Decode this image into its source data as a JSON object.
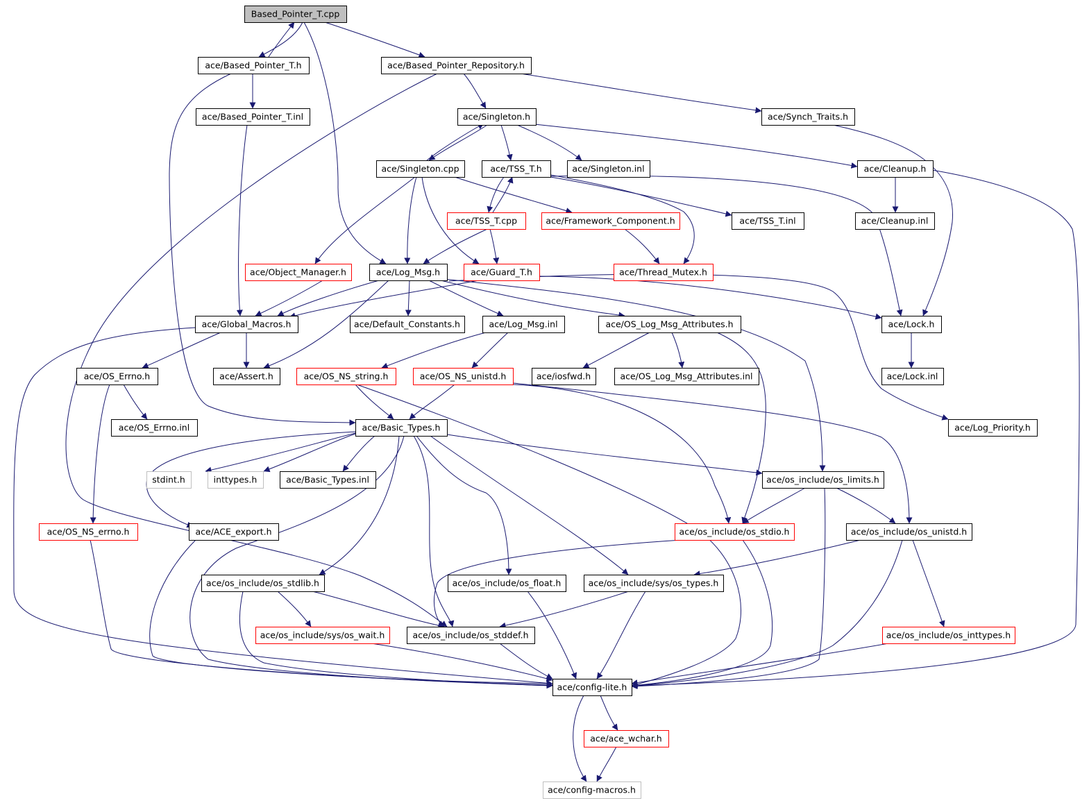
{
  "colors": {
    "edge": "#191970",
    "root_fill": "#bfbfbf",
    "normal_border": "#000000",
    "red_border": "#ff0000",
    "gray_border": "#bfbfbf",
    "text": "#000000"
  },
  "graph": {
    "nodes": [
      {
        "id": "root",
        "label": "Based_Pointer_T.cpp",
        "style": "root"
      },
      {
        "id": "bpth",
        "label": "ace/Based_Pointer_T.h",
        "style": "normal"
      },
      {
        "id": "bprh",
        "label": "ace/Based_Pointer_Repository.h",
        "style": "normal"
      },
      {
        "id": "bpti",
        "label": "ace/Based_Pointer_T.inl",
        "style": "normal"
      },
      {
        "id": "singh",
        "label": "ace/Singleton.h",
        "style": "normal"
      },
      {
        "id": "synch",
        "label": "ace/Synch_Traits.h",
        "style": "normal"
      },
      {
        "id": "singcpp",
        "label": "ace/Singleton.cpp",
        "style": "normal"
      },
      {
        "id": "tssh",
        "label": "ace/TSS_T.h",
        "style": "normal"
      },
      {
        "id": "singinl",
        "label": "ace/Singleton.inl",
        "style": "normal"
      },
      {
        "id": "cleanh",
        "label": "ace/Cleanup.h",
        "style": "normal"
      },
      {
        "id": "tsscpp",
        "label": "ace/TSS_T.cpp",
        "style": "red"
      },
      {
        "id": "fwc",
        "label": "ace/Framework_Component.h",
        "style": "red"
      },
      {
        "id": "tssinl",
        "label": "ace/TSS_T.inl",
        "style": "normal"
      },
      {
        "id": "cleaninl",
        "label": "ace/Cleanup.inl",
        "style": "normal"
      },
      {
        "id": "objmgr",
        "label": "ace/Object_Manager.h",
        "style": "red"
      },
      {
        "id": "logmsg",
        "label": "ace/Log_Msg.h",
        "style": "normal"
      },
      {
        "id": "guard",
        "label": "ace/Guard_T.h",
        "style": "red"
      },
      {
        "id": "thrmtx",
        "label": "ace/Thread_Mutex.h",
        "style": "red"
      },
      {
        "id": "glob",
        "label": "ace/Global_Macros.h",
        "style": "normal"
      },
      {
        "id": "defc",
        "label": "ace/Default_Constants.h",
        "style": "normal"
      },
      {
        "id": "logmsginl",
        "label": "ace/Log_Msg.inl",
        "style": "normal"
      },
      {
        "id": "oslma",
        "label": "ace/OS_Log_Msg_Attributes.h",
        "style": "normal"
      },
      {
        "id": "lockh",
        "label": "ace/Lock.h",
        "style": "normal"
      },
      {
        "id": "oserrno",
        "label": "ace/OS_Errno.h",
        "style": "normal"
      },
      {
        "id": "assert",
        "label": "ace/Assert.h",
        "style": "normal"
      },
      {
        "id": "nsstring",
        "label": "ace/OS_NS_string.h",
        "style": "red"
      },
      {
        "id": "nsunistd",
        "label": "ace/OS_NS_unistd.h",
        "style": "red"
      },
      {
        "id": "iosfwd",
        "label": "ace/iosfwd.h",
        "style": "normal"
      },
      {
        "id": "oslmainl",
        "label": "ace/OS_Log_Msg_Attributes.inl",
        "style": "normal"
      },
      {
        "id": "lockinl",
        "label": "ace/Lock.inl",
        "style": "normal"
      },
      {
        "id": "oserrnoinl",
        "label": "ace/OS_Errno.inl",
        "style": "normal"
      },
      {
        "id": "basict",
        "label": "ace/Basic_Types.h",
        "style": "normal"
      },
      {
        "id": "logprio",
        "label": "ace/Log_Priority.h",
        "style": "normal"
      },
      {
        "id": "stdint",
        "label": "stdint.h",
        "style": "gray"
      },
      {
        "id": "inttypes",
        "label": "inttypes.h",
        "style": "gray"
      },
      {
        "id": "basicinl",
        "label": "ace/Basic_Types.inl",
        "style": "normal"
      },
      {
        "id": "oslimits",
        "label": "ace/os_include/os_limits.h",
        "style": "normal"
      },
      {
        "id": "nserrno",
        "label": "ace/OS_NS_errno.h",
        "style": "red"
      },
      {
        "id": "aceexp",
        "label": "ace/ACE_export.h",
        "style": "normal"
      },
      {
        "id": "osstdio",
        "label": "ace/os_include/os_stdio.h",
        "style": "red"
      },
      {
        "id": "osunistd",
        "label": "ace/os_include/os_unistd.h",
        "style": "normal"
      },
      {
        "id": "osstdlib",
        "label": "ace/os_include/os_stdlib.h",
        "style": "normal"
      },
      {
        "id": "osfloat",
        "label": "ace/os_include/os_float.h",
        "style": "normal"
      },
      {
        "id": "ostypes",
        "label": "ace/os_include/sys/os_types.h",
        "style": "normal"
      },
      {
        "id": "oswait",
        "label": "ace/os_include/sys/os_wait.h",
        "style": "red"
      },
      {
        "id": "osstddef",
        "label": "ace/os_include/os_stddef.h",
        "style": "normal"
      },
      {
        "id": "osinttypes",
        "label": "ace/os_include/os_inttypes.h",
        "style": "red"
      },
      {
        "id": "config",
        "label": "ace/config-lite.h",
        "style": "normal"
      },
      {
        "id": "wchar",
        "label": "ace/ace_wchar.h",
        "style": "red"
      },
      {
        "id": "cfgmacros",
        "label": "ace/config-macros.h",
        "style": "gray"
      }
    ]
  }
}
